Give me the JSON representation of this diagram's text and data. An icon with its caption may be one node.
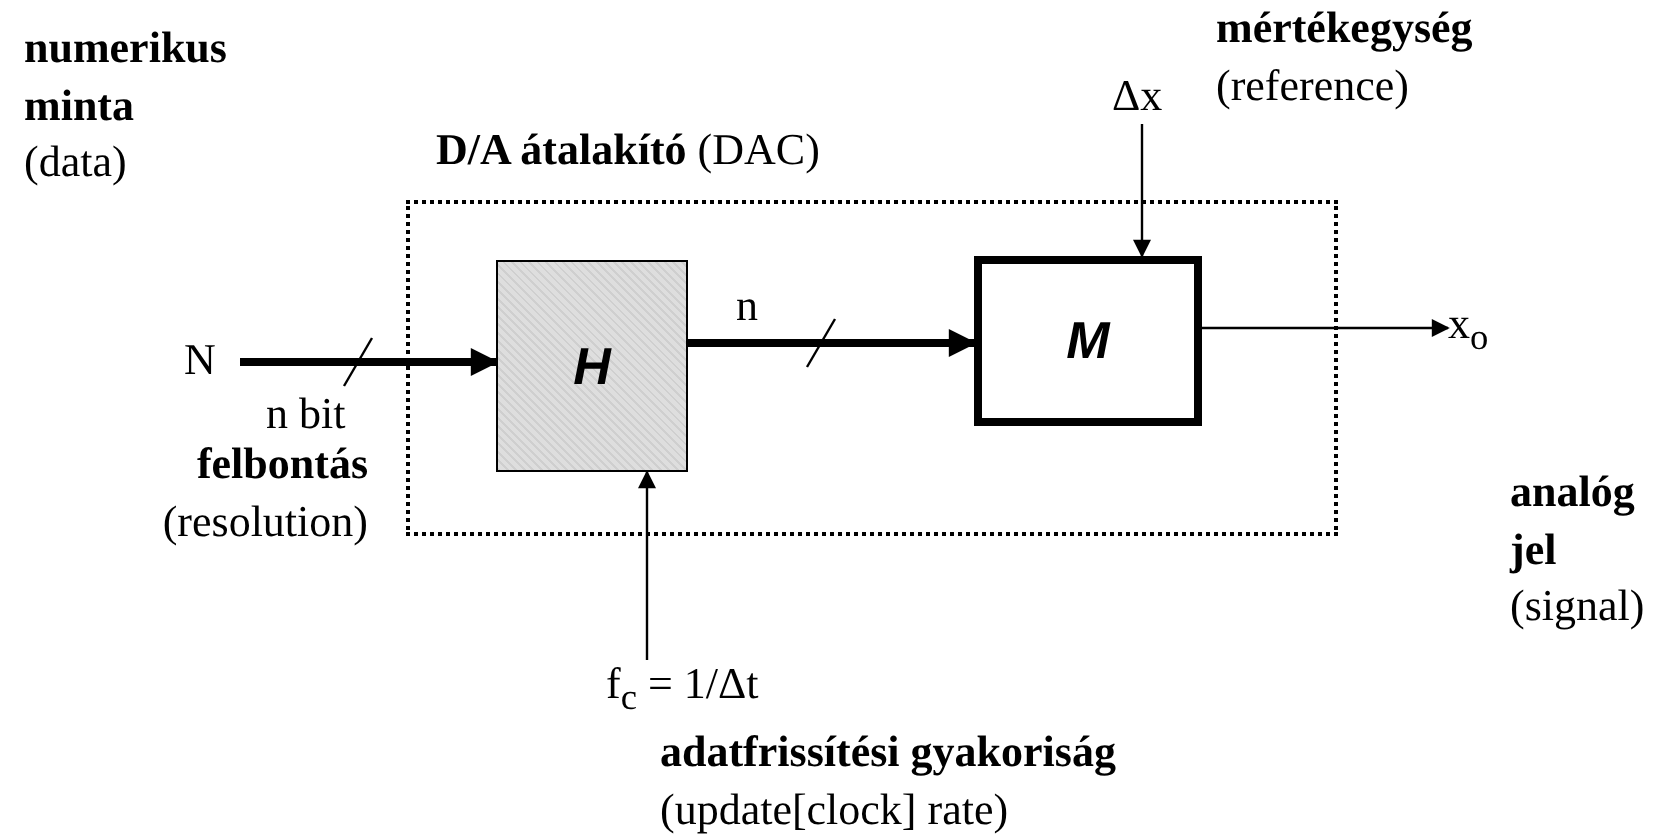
{
  "diagram": {
    "nodes": [
      {
        "text": [
          "**D/A átalakító** (DAC)"
        ]
      },
      {
        "text": [
          "H"
        ],
        "in": 0
      },
      {
        "text": [
          "M"
        ],
        "in": 0
      },
      {
        "text": [
          "N"
        ]
      },
      {
        "text": [
          "Δx"
        ]
      },
      {
        "text": [
          "f$_{c}$ = 1/Δt"
        ]
      },
      {
        "text": [
          "x$_{o}$"
        ]
      }
    ],
    "edges": [
      {
        "from": 3,
        "to": 1,
        "arrow": "to",
        "style": "thick",
        "label": "n bit"
      },
      {
        "from": 1,
        "to": 2,
        "arrow": "to",
        "style": "thick",
        "label": "n"
      },
      {
        "from": 4,
        "to": 2,
        "arrow": "to"
      },
      {
        "from": 2,
        "to": 6,
        "arrow": "to"
      },
      {
        "from": 5,
        "to": 1,
        "arrow": "to"
      }
    ],
    "labels": [
      "**numerikus minta** (data)",
      "**felbontás** (resolution)",
      "**mértékegység** (reference)",
      "**analóg jel** (signal)",
      "**adatfrissítési gyakoriság** (update[clock] rate)"
    ]
  }
}
